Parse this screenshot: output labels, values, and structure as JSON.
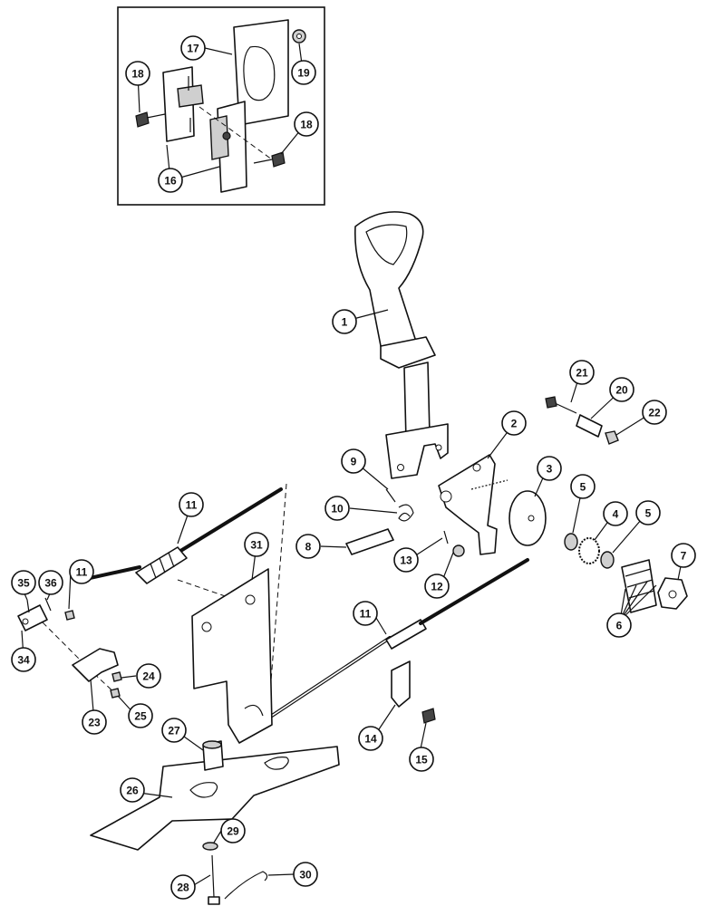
{
  "callouts": [
    {
      "id": "c1",
      "label": "1"
    },
    {
      "id": "c2",
      "label": "2"
    },
    {
      "id": "c3",
      "label": "3"
    },
    {
      "id": "c4",
      "label": "4"
    },
    {
      "id": "c5a",
      "label": "5"
    },
    {
      "id": "c5b",
      "label": "5"
    },
    {
      "id": "c6",
      "label": "6"
    },
    {
      "id": "c7",
      "label": "7"
    },
    {
      "id": "c8",
      "label": "8"
    },
    {
      "id": "c9",
      "label": "9"
    },
    {
      "id": "c10",
      "label": "10"
    },
    {
      "id": "c11a",
      "label": "11"
    },
    {
      "id": "c11b",
      "label": "11"
    },
    {
      "id": "c11c",
      "label": "11"
    },
    {
      "id": "c12",
      "label": "12"
    },
    {
      "id": "c13",
      "label": "13"
    },
    {
      "id": "c14",
      "label": "14"
    },
    {
      "id": "c15",
      "label": "15"
    },
    {
      "id": "c16",
      "label": "16"
    },
    {
      "id": "c17",
      "label": "17"
    },
    {
      "id": "c18a",
      "label": "18"
    },
    {
      "id": "c18b",
      "label": "18"
    },
    {
      "id": "c19",
      "label": "19"
    },
    {
      "id": "c20",
      "label": "20"
    },
    {
      "id": "c21",
      "label": "21"
    },
    {
      "id": "c22",
      "label": "22"
    },
    {
      "id": "c23",
      "label": "23"
    },
    {
      "id": "c24",
      "label": "24"
    },
    {
      "id": "c25",
      "label": "25"
    },
    {
      "id": "c26",
      "label": "26"
    },
    {
      "id": "c27",
      "label": "27"
    },
    {
      "id": "c28",
      "label": "28"
    },
    {
      "id": "c29",
      "label": "29"
    },
    {
      "id": "c30",
      "label": "30"
    },
    {
      "id": "c31",
      "label": "31"
    },
    {
      "id": "c34",
      "label": "34"
    },
    {
      "id": "c35",
      "label": "35"
    },
    {
      "id": "c36",
      "label": "36"
    }
  ]
}
